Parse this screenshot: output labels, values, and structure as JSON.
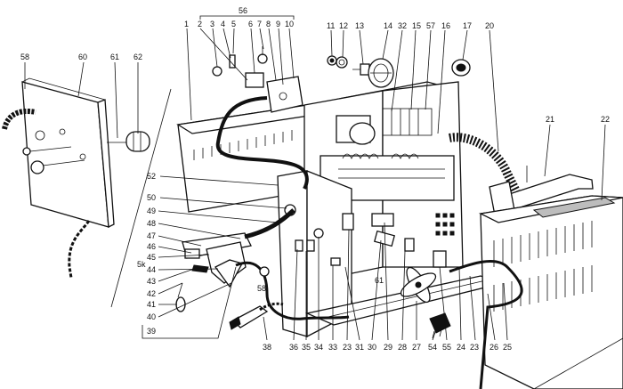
{
  "callouts": [
    {
      "id": "c1",
      "text": "1"
    },
    {
      "id": "c2",
      "text": "2"
    },
    {
      "id": "c3",
      "text": "3"
    },
    {
      "id": "c4",
      "text": "4"
    },
    {
      "id": "c5",
      "text": "5"
    },
    {
      "id": "c6",
      "text": "6"
    },
    {
      "id": "c7",
      "text": "7"
    },
    {
      "id": "c8",
      "text": "8"
    },
    {
      "id": "c9",
      "text": "9"
    },
    {
      "id": "c10",
      "text": "10"
    },
    {
      "id": "c11",
      "text": "11"
    },
    {
      "id": "c12",
      "text": "12"
    },
    {
      "id": "c13",
      "text": "13"
    },
    {
      "id": "c14",
      "text": "14"
    },
    {
      "id": "c15",
      "text": "15"
    },
    {
      "id": "c16",
      "text": "16"
    },
    {
      "id": "c17",
      "text": "17"
    },
    {
      "id": "c20",
      "text": "20"
    },
    {
      "id": "c21",
      "text": "21"
    },
    {
      "id": "c22",
      "text": "22"
    },
    {
      "id": "c23a",
      "text": "23"
    },
    {
      "id": "c23b",
      "text": "23"
    },
    {
      "id": "c24",
      "text": "24"
    },
    {
      "id": "c25",
      "text": "25"
    },
    {
      "id": "c26",
      "text": "26"
    },
    {
      "id": "c27",
      "text": "27"
    },
    {
      "id": "c28",
      "text": "28"
    },
    {
      "id": "c29",
      "text": "29"
    },
    {
      "id": "c30",
      "text": "30"
    },
    {
      "id": "c31",
      "text": "31"
    },
    {
      "id": "c32",
      "text": "32"
    },
    {
      "id": "c33",
      "text": "33"
    },
    {
      "id": "c34",
      "text": "34"
    },
    {
      "id": "c35",
      "text": "35"
    },
    {
      "id": "c36",
      "text": "36"
    },
    {
      "id": "c38",
      "text": "38"
    },
    {
      "id": "c39",
      "text": "39"
    },
    {
      "id": "c40",
      "text": "40"
    },
    {
      "id": "c41",
      "text": "41"
    },
    {
      "id": "c42",
      "text": "42"
    },
    {
      "id": "c43",
      "text": "43"
    },
    {
      "id": "c44",
      "text": "44"
    },
    {
      "id": "c45",
      "text": "45"
    },
    {
      "id": "c46",
      "text": "46"
    },
    {
      "id": "c47",
      "text": "47"
    },
    {
      "id": "c48",
      "text": "48"
    },
    {
      "id": "c49",
      "text": "49"
    },
    {
      "id": "c50",
      "text": "50"
    },
    {
      "id": "c52",
      "text": "52"
    },
    {
      "id": "c54",
      "text": "54"
    },
    {
      "id": "c55",
      "text": "55"
    },
    {
      "id": "c56",
      "text": "56"
    },
    {
      "id": "c57",
      "text": "57"
    },
    {
      "id": "c58a",
      "text": "58"
    },
    {
      "id": "c58b",
      "text": "58"
    },
    {
      "id": "c60",
      "text": "60"
    },
    {
      "id": "c61a",
      "text": "61"
    },
    {
      "id": "c61b",
      "text": "61"
    },
    {
      "id": "c62",
      "text": "62"
    },
    {
      "id": "c5k",
      "text": "5k"
    }
  ]
}
